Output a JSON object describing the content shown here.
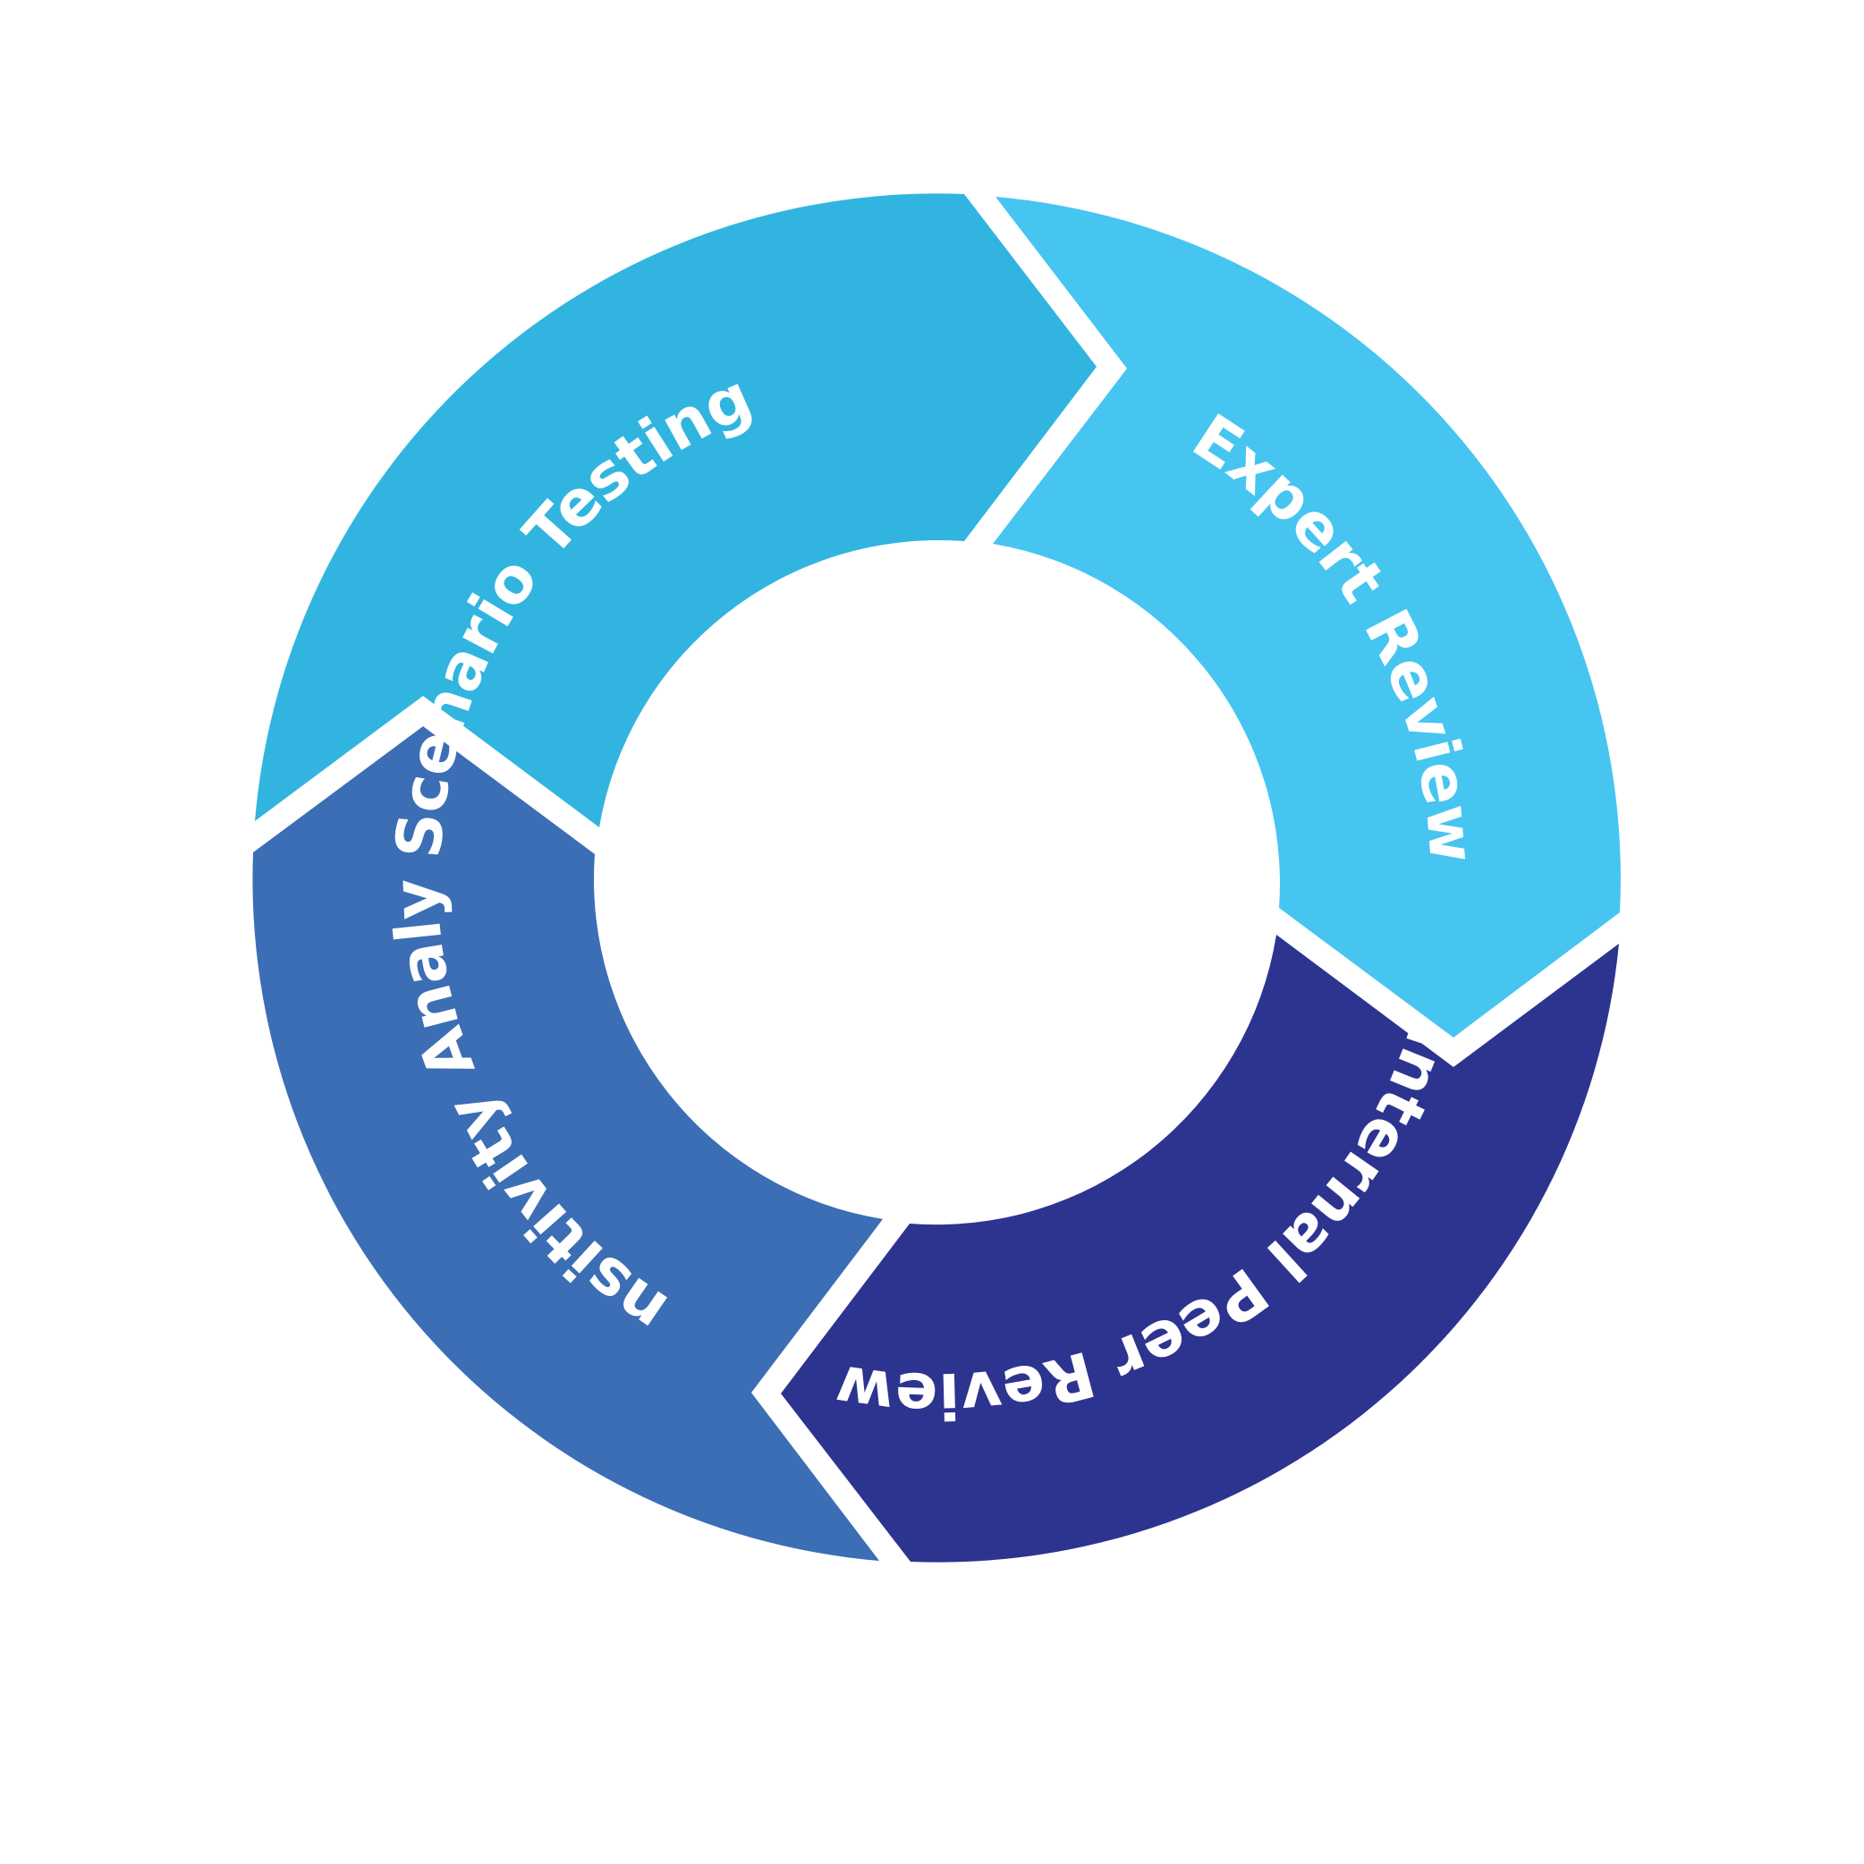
{
  "diagram": {
    "type": "cycle",
    "segments": [
      {
        "id": "scenario-testing",
        "label": "Scenario Testing",
        "color": "#31B5E0"
      },
      {
        "id": "expert-review",
        "label": "Expert Review",
        "color": "#46C5F1"
      },
      {
        "id": "internal-peer-review",
        "label": "Internal Peer Review",
        "color": "#2D348F"
      },
      {
        "id": "sensitivity-analysis",
        "label": "Sensitivity Analysis",
        "color": "#3B6EB5"
      }
    ]
  }
}
